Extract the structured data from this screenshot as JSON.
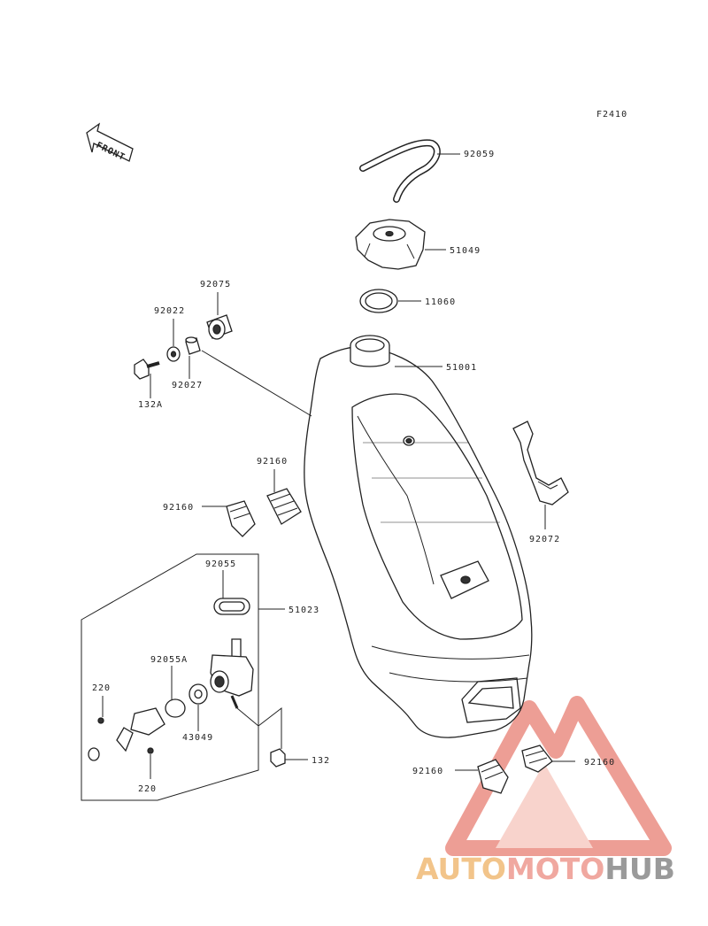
{
  "figure_code": "F2410",
  "front_label": "FRONT",
  "part_labels": {
    "p92059": "92059",
    "p51049": "51049",
    "p11060": "11060",
    "p51001": "51001",
    "p92075": "92075",
    "p92022": "92022",
    "p92027": "92027",
    "p132A": "132A",
    "p92160_a": "92160",
    "p92160_b": "92160",
    "p92160_c": "92160",
    "p92160_d": "92160",
    "p92072": "92072",
    "p92055": "92055",
    "p51023": "51023",
    "p92055A": "92055A",
    "p220_a": "220",
    "p220_b": "220",
    "p43049": "43049",
    "p132": "132"
  },
  "watermark": {
    "part1": "AUTO",
    "part2": "MOTO",
    "part3": "HUB"
  },
  "colors": {
    "watermark_red": "#e05040",
    "watermark_orange": "#f2c48a",
    "watermark_pink": "#f0a8a0",
    "watermark_gray": "#9a9a9a"
  }
}
